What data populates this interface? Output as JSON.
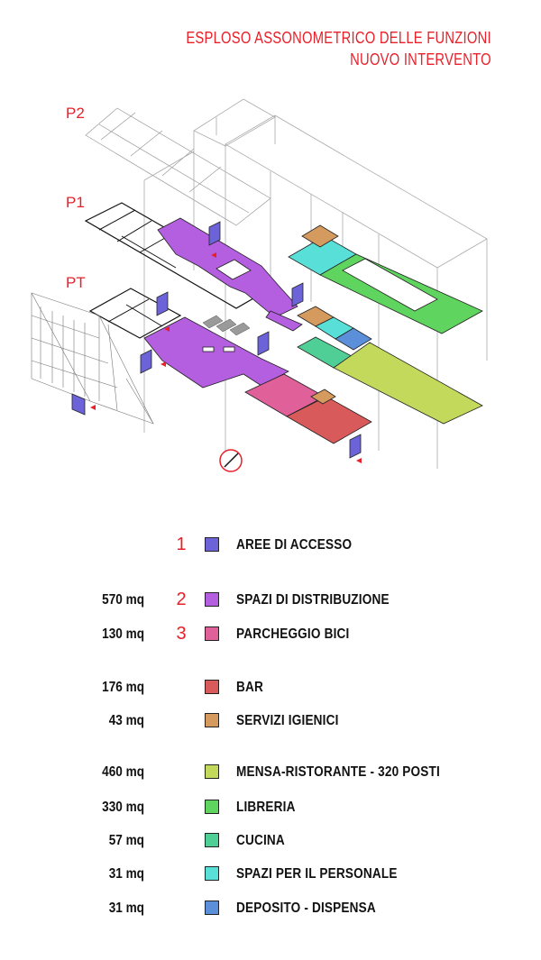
{
  "title": {
    "line1": "ESPLOSO ASSONOMETRICO DELLE FUNZIONI",
    "line2": "NUOVO INTERVENTO"
  },
  "levels": {
    "p2": "P2",
    "p1": "P1",
    "pt": "PT"
  },
  "colors": {
    "accent": "#e8202a",
    "accesso": "#6c63d9",
    "distribuzione": "#b45ee0",
    "parcheggio": "#e0609a",
    "bar": "#d95a5a",
    "servizi": "#d59a5e",
    "mensa": "#c3d95b",
    "libreria": "#5fd45f",
    "cucina": "#4fcf96",
    "personale": "#58e0d8",
    "deposito": "#5b8fd9"
  },
  "legend": [
    {
      "area": "",
      "num": "1",
      "label": "AREE DI ACCESSO",
      "color": "#6c63d9"
    },
    {
      "area": "570 mq",
      "num": "2",
      "label": "SPAZI DI DISTRIBUZIONE",
      "color": "#b45ee0"
    },
    {
      "area": "130 mq",
      "num": "3",
      "label": "PARCHEGGIO BICI",
      "color": "#e0609a"
    },
    {
      "area": "176 mq",
      "num": "",
      "label": "BAR",
      "color": "#d95a5a"
    },
    {
      "area": "43 mq",
      "num": "",
      "label": "SERVIZI IGIENICI",
      "color": "#d59a5e"
    },
    {
      "area": "460 mq",
      "num": "",
      "label": "MENSA-RISTORANTE - 320 POSTI",
      "color": "#c3d95b"
    },
    {
      "area": "330 mq",
      "num": "",
      "label": "LIBRERIA",
      "color": "#5fd45f"
    },
    {
      "area": "57 mq",
      "num": "",
      "label": "CUCINA",
      "color": "#4fcf96"
    },
    {
      "area": "31 mq",
      "num": "",
      "label": "SPAZI PER IL PERSONALE",
      "color": "#58e0d8"
    },
    {
      "area": "31 mq",
      "num": "",
      "label": "DEPOSITO - DISPENSA",
      "color": "#5b8fd9"
    }
  ]
}
